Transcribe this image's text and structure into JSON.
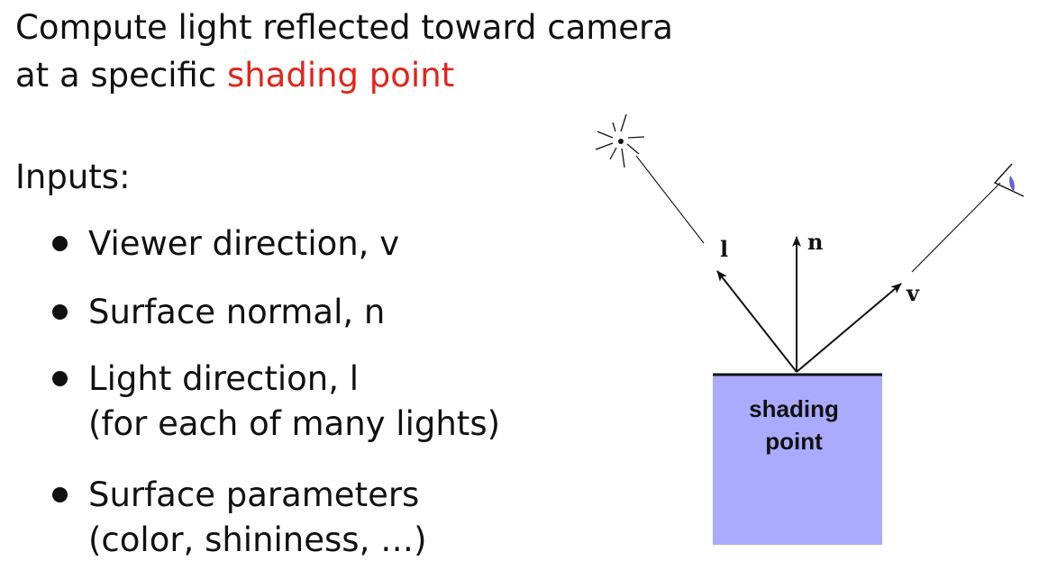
{
  "heading": {
    "line1": "Compute light reflected toward camera",
    "line2_prefix": "at a specific ",
    "line2_highlight": "shading point"
  },
  "inputs_label": "Inputs:",
  "bullets": [
    {
      "text": "Viewer direction, v"
    },
    {
      "text": "Surface normal, n"
    },
    {
      "text": "Light direction, l",
      "sub": "(for each of many lights)"
    },
    {
      "text": "Surface parameters",
      "sub": "(color, shininess, …)"
    }
  ],
  "diagram": {
    "vector_labels": {
      "light": "l",
      "normal": "n",
      "view": "v"
    },
    "box_label_line1": "shading",
    "box_label_line2": "point",
    "colors": {
      "surface_fill": "#aaaaff",
      "highlight_text": "#e3241b",
      "eye_accent": "#6666cc"
    },
    "icons": {
      "light_source": "light-source-icon",
      "camera": "eye-icon"
    }
  }
}
